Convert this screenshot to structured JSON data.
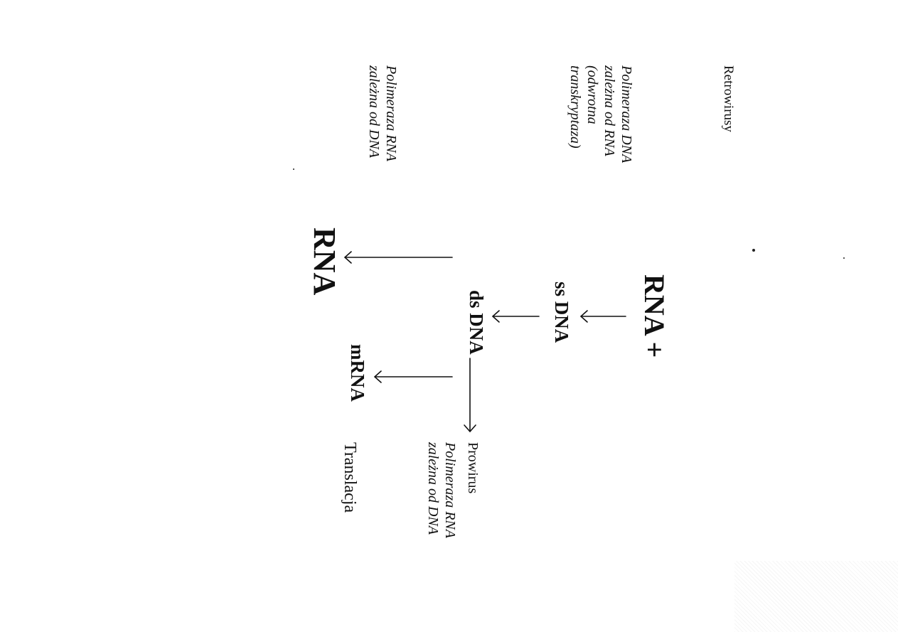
{
  "header": {
    "title": "Retrowirusy"
  },
  "nodes": {
    "rna_plus": "RNA +",
    "ss_dna": "ss DNA",
    "ds_dna": "ds DNA",
    "mrna": "mRNA",
    "rna": "RNA"
  },
  "enzymes": {
    "reverse_transcriptase": "Polimeraza DNA\nzależna od RNA\n(odwrotna\ntranskryptaza)",
    "rna_polymerase_left": "Polimeraza RNA\nzależna od DNA",
    "rna_polymerase_right": "Polimeraza RNA\nzależna od DNA"
  },
  "outcomes": {
    "provirus": "Prowirus",
    "translation": "Translacja"
  }
}
